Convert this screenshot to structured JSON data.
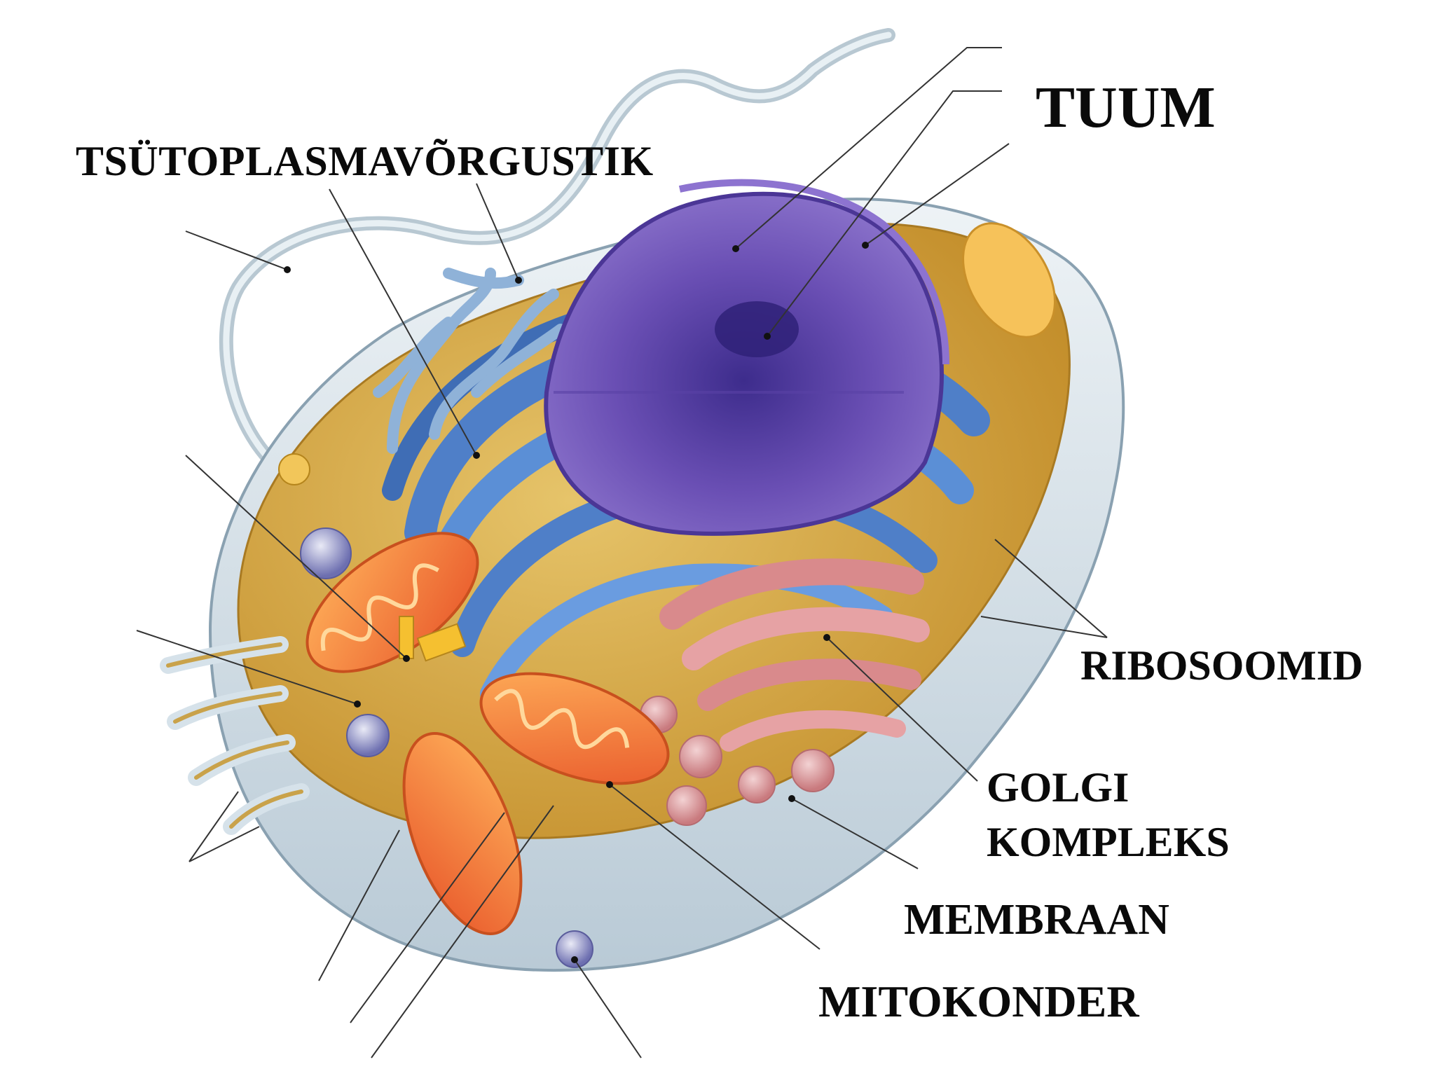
{
  "labels": {
    "nucleus": "TUUM",
    "er": "TSÜTOPLASMAVÕRGUSTIK",
    "ribosomes": "RIBOSOOMID",
    "golgi_line1": "GOLGI",
    "golgi_line2": "KOMPLEKS",
    "membrane": "MEMBRAAN",
    "mitochondrion": "MITOKONDER"
  },
  "colors": {
    "cytoplasm": "#d8a640",
    "membrane": "#d6e2ea",
    "er": "#4f7fc8",
    "nucleus": "#6a4fb4",
    "golgi": "#d98a8c",
    "mitochondria": "#f07a2e",
    "label_text": "#0a0a0a",
    "leader_line": "#333333"
  }
}
